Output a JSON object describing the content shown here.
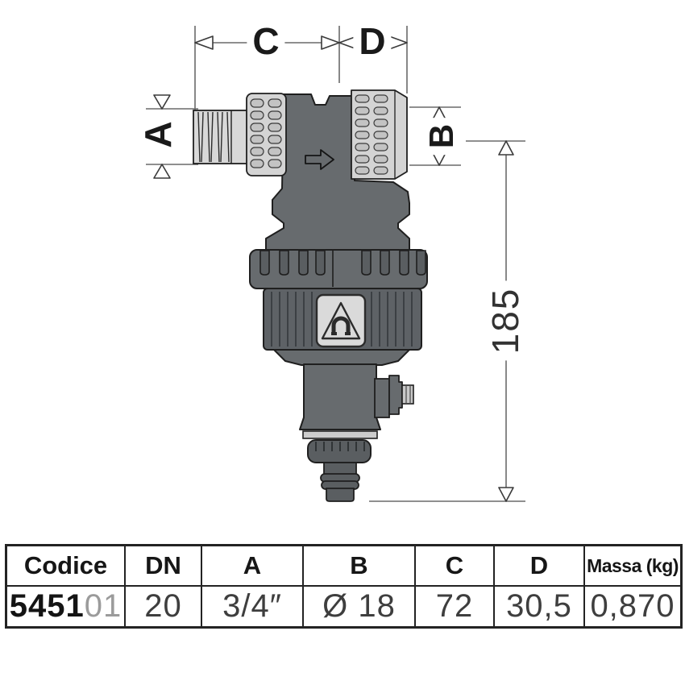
{
  "drawing": {
    "labels": {
      "a": "A",
      "b": "B",
      "c": "C",
      "d": "D",
      "height": "185"
    },
    "icons": {
      "magnet_warning": "magnet-warning-icon",
      "flow_arrow": "flow-direction-arrow"
    },
    "colors": {
      "body_dark": "#676b6e",
      "body_darker": "#5e6266",
      "fitting_light": "#d6d6d6",
      "outline": "#1f1f1f",
      "dimension_line": "#6a6a6a"
    }
  },
  "table": {
    "headers": [
      "Codice",
      "DN",
      "A",
      "B",
      "C",
      "D",
      "Massa (kg)"
    ],
    "row": {
      "code_bold": "5451",
      "code_light": "01",
      "dn": "20",
      "a": "3/4″",
      "b": "Ø 18",
      "c": "72",
      "d": "30,5",
      "massa": "0,870"
    }
  }
}
